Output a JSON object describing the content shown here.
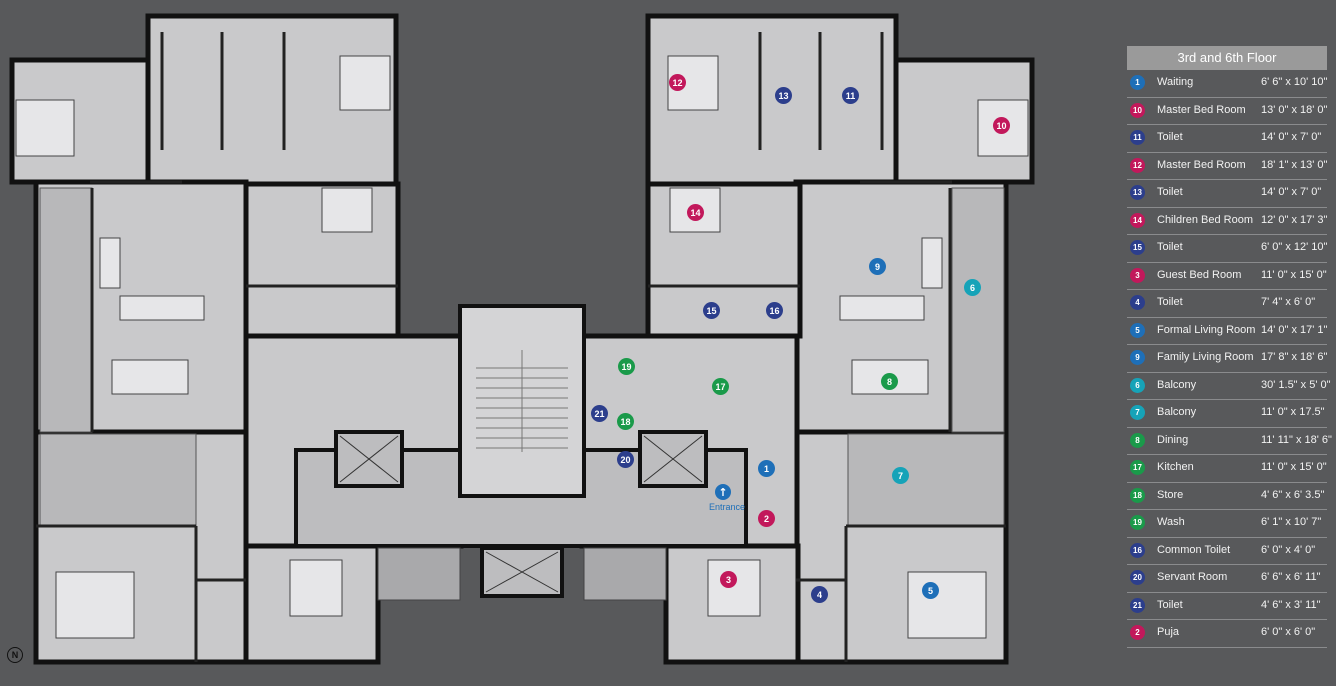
{
  "legend": {
    "title": "3rd and 6th Floor",
    "rows": [
      {
        "num": "1",
        "name": "Waiting",
        "size": "6' 6\" x 10' 10\"",
        "color": "#1e6fb8"
      },
      {
        "num": "10",
        "name": "Master Bed Room",
        "size": "13' 0\" x 18' 0\"",
        "color": "#c2185b"
      },
      {
        "num": "11",
        "name": "Toilet",
        "size": "14' 0\" x 7' 0\"",
        "color": "#2c3e8c"
      },
      {
        "num": "12",
        "name": "Master Bed Room",
        "size": "18' 1\" x 13' 0\"",
        "color": "#c2185b"
      },
      {
        "num": "13",
        "name": "Toilet",
        "size": "14' 0\" x 7' 0\"",
        "color": "#2c3e8c"
      },
      {
        "num": "14",
        "name": "Children Bed Room",
        "size": "12' 0\" x 17' 3\"",
        "color": "#c2185b"
      },
      {
        "num": "15",
        "name": "Toilet",
        "size": "6' 0\" x 12' 10\"",
        "color": "#2c3e8c"
      },
      {
        "num": "3",
        "name": "Guest Bed Room",
        "size": "11' 0\" x 15' 0\"",
        "color": "#c2185b"
      },
      {
        "num": "4",
        "name": "Toilet",
        "size": "7' 4\" x 6' 0\"",
        "color": "#2c3e8c"
      },
      {
        "num": "5",
        "name": "Formal Living Room",
        "size": "14' 0\" x 17' 1\"",
        "color": "#1e6fb8"
      },
      {
        "num": "9",
        "name": "Family Living Room",
        "size": "17' 8\" x 18' 6\"",
        "color": "#1e6fb8"
      },
      {
        "num": "6",
        "name": "Balcony",
        "size": "30' 1.5\" x 5' 0\"",
        "color": "#16a3b8"
      },
      {
        "num": "7",
        "name": "Balcony",
        "size": "11' 0\" x 17.5\"",
        "color": "#16a3b8"
      },
      {
        "num": "8",
        "name": "Dining",
        "size": "11' 11\" x 18' 6\"",
        "color": "#1a9a4a"
      },
      {
        "num": "17",
        "name": "Kitchen",
        "size": "11' 0\" x 15' 0\"",
        "color": "#1a9a4a"
      },
      {
        "num": "18",
        "name": "Store",
        "size": "4' 6\" x 6' 3.5\"",
        "color": "#1a9a4a"
      },
      {
        "num": "19",
        "name": "Wash",
        "size": "6' 1\" x 10' 7\"",
        "color": "#1a9a4a"
      },
      {
        "num": "16",
        "name": "Common Toilet",
        "size": "6' 0\" x 4' 0\"",
        "color": "#2c3e8c"
      },
      {
        "num": "20",
        "name": "Servant Room",
        "size": "6' 6\" x 6' 11\"",
        "color": "#2c3e8c"
      },
      {
        "num": "21",
        "name": "Toilet",
        "size": "4' 6\" x 3' 11\"",
        "color": "#2c3e8c"
      },
      {
        "num": "2",
        "name": "Puja",
        "size": "6' 0\" x 6' 0\"",
        "color": "#c2185b"
      }
    ]
  },
  "plan": {
    "entrance_label": "Entrance",
    "badges": [
      {
        "num": "12",
        "color": "#c2185b"
      },
      {
        "num": "13",
        "color": "#2c3e8c"
      },
      {
        "num": "11",
        "color": "#2c3e8c"
      },
      {
        "num": "10",
        "color": "#c2185b"
      },
      {
        "num": "14",
        "color": "#c2185b"
      },
      {
        "num": "9",
        "color": "#1e6fb8"
      },
      {
        "num": "6",
        "color": "#16a3b8"
      },
      {
        "num": "15",
        "color": "#2c3e8c"
      },
      {
        "num": "16",
        "color": "#2c3e8c"
      },
      {
        "num": "19",
        "color": "#1a9a4a"
      },
      {
        "num": "17",
        "color": "#1a9a4a"
      },
      {
        "num": "8",
        "color": "#1a9a4a"
      },
      {
        "num": "21",
        "color": "#2c3e8c"
      },
      {
        "num": "18",
        "color": "#1a9a4a"
      },
      {
        "num": "20",
        "color": "#2c3e8c"
      },
      {
        "num": "1",
        "color": "#1e6fb8"
      },
      {
        "num": "7",
        "color": "#16a3b8"
      },
      {
        "num": "2",
        "color": "#c2185b"
      },
      {
        "num": "3",
        "color": "#c2185b"
      },
      {
        "num": "4",
        "color": "#2c3e8c"
      },
      {
        "num": "5",
        "color": "#1e6fb8"
      }
    ]
  },
  "compass_label": "N"
}
